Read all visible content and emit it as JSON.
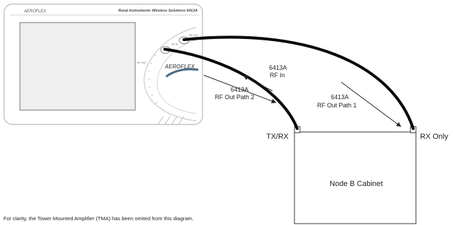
{
  "instrument": {
    "brand": "AEROFLEX",
    "model_title": "Rural Instruments Wireless Solutions 6413A",
    "port_labels": [
      "RF IN",
      "RF OUT",
      "RF OUT"
    ]
  },
  "cabinet": {
    "label": "Node B Cabinet",
    "port_left": "TX/RX",
    "port_right": "RX Only"
  },
  "paths": [
    {
      "model": "6413A",
      "label": "RF In"
    },
    {
      "model": "6413A",
      "label": "RF Out Path 2"
    },
    {
      "model": "6413A",
      "label": "RF Out Path 1"
    }
  ],
  "footnote": "For clarity, the Tower Mounted Amplifier (TMA) has been omited from this diagram.",
  "colors": {
    "cable": "#0a0a0a",
    "device_outline": "#bdbdbd",
    "arc_accent": "#4d6e8a",
    "screen": "#efefef"
  }
}
